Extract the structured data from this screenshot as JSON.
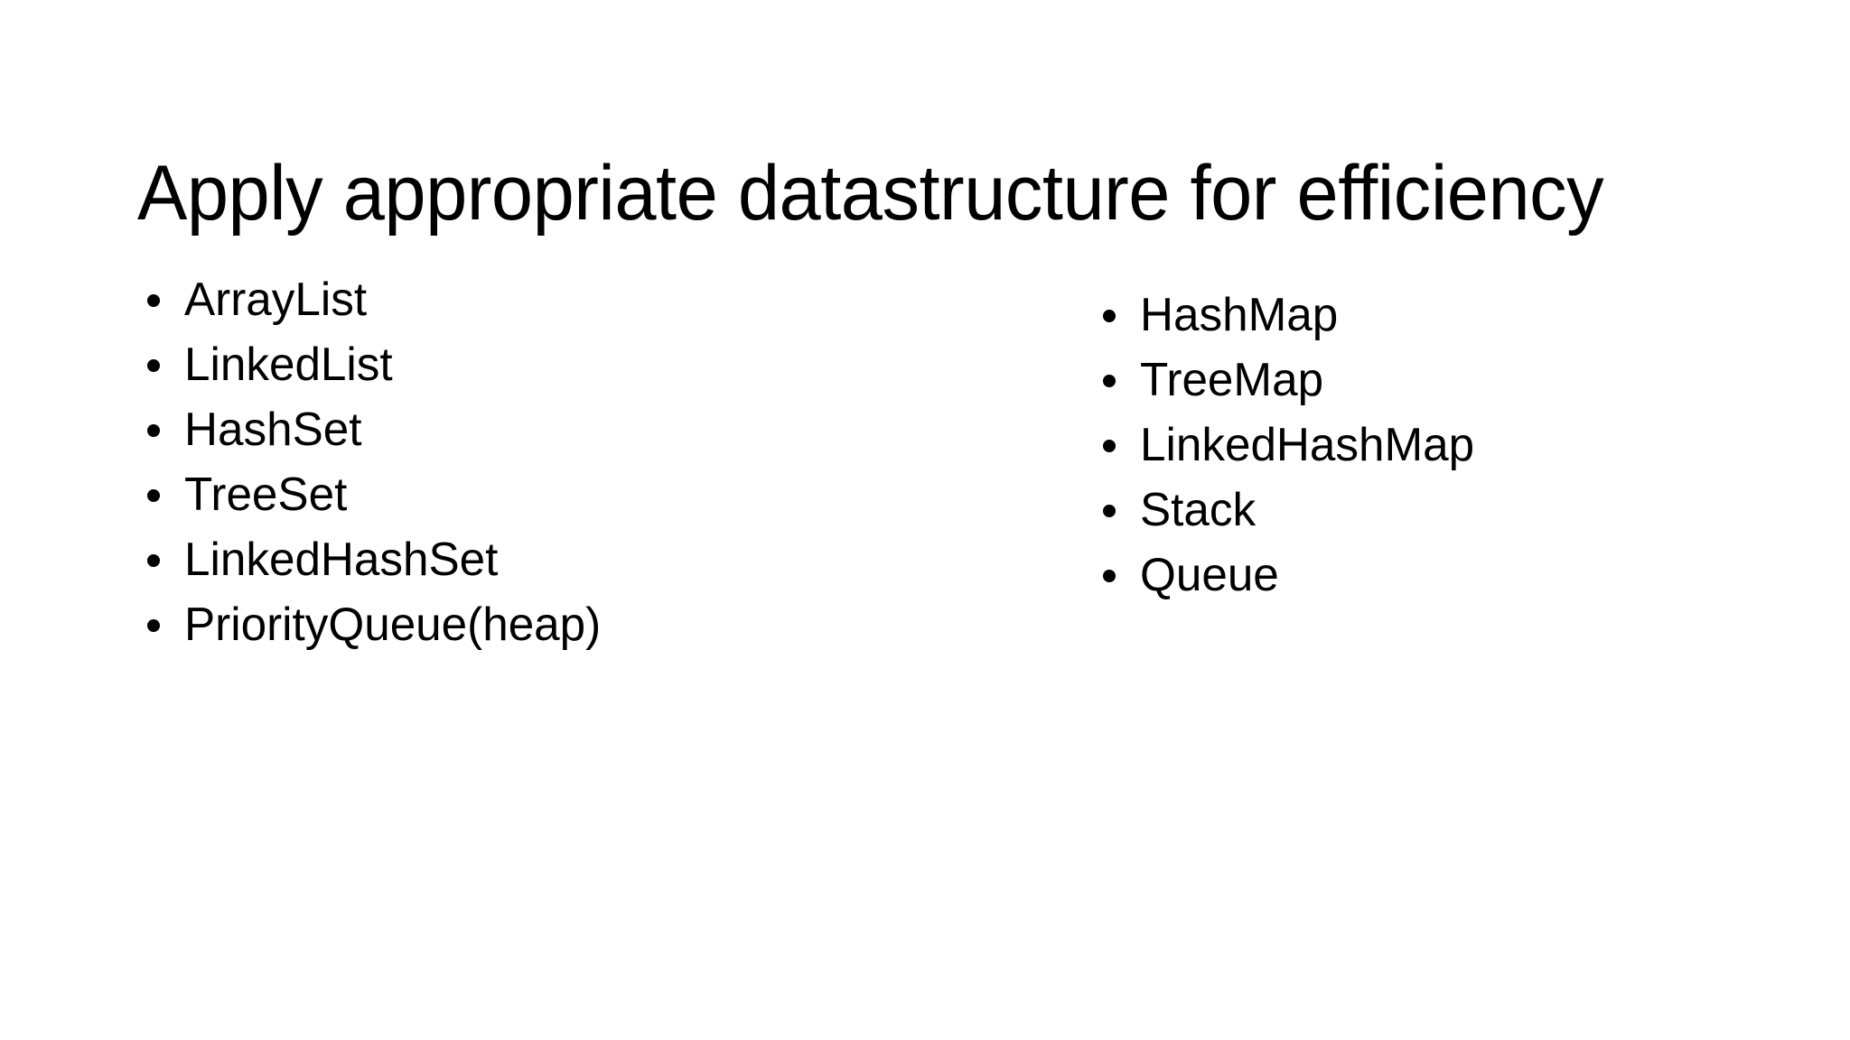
{
  "slide": {
    "title": "Apply appropriate datastructure for efficiency",
    "background_color": "#ffffff",
    "text_color": "#000000",
    "bullet_marker": "•",
    "columns": [
      {
        "name": "collections-column",
        "items": [
          {
            "label": "ArrayList"
          },
          {
            "label": "LinkedList"
          },
          {
            "label": "HashSet"
          },
          {
            "label": "TreeSet"
          },
          {
            "label": "LinkedHashSet"
          },
          {
            "label": "PriorityQueue(heap)"
          }
        ]
      },
      {
        "name": "maps-column",
        "items": [
          {
            "label": "HashMap"
          },
          {
            "label": "TreeMap"
          },
          {
            "label": "LinkedHashMap"
          },
          {
            "label": "Stack"
          },
          {
            "label": "Queue"
          }
        ]
      }
    ]
  }
}
